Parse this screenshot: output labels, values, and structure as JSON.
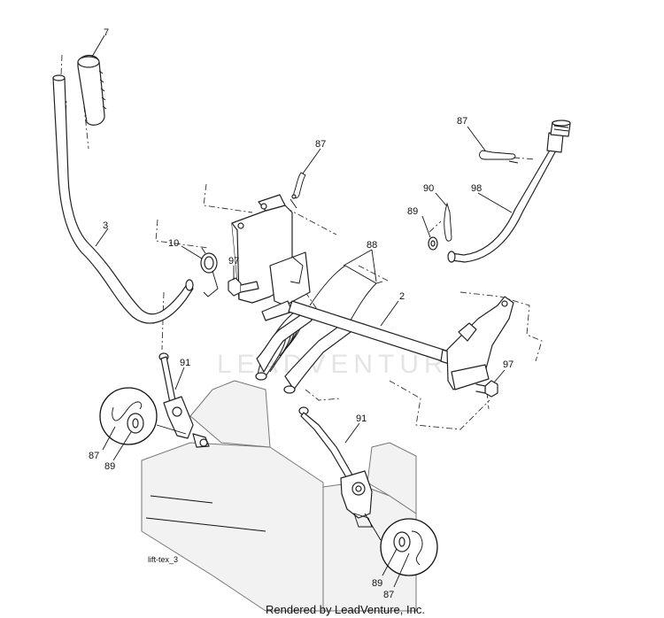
{
  "watermark": "LEADVENTURE",
  "diagram_code": "lift-tex_3",
  "footer": "Rendered by LeadVenture, Inc.",
  "callouts": [
    {
      "id": "c7",
      "text": "7"
    },
    {
      "id": "c3",
      "text": "3"
    },
    {
      "id": "c10",
      "text": "10"
    },
    {
      "id": "c97a",
      "text": "97"
    },
    {
      "id": "c87a",
      "text": "87"
    },
    {
      "id": "c88",
      "text": "88"
    },
    {
      "id": "c2",
      "text": "2"
    },
    {
      "id": "c87b",
      "text": "87"
    },
    {
      "id": "c90",
      "text": "90"
    },
    {
      "id": "c89a",
      "text": "89"
    },
    {
      "id": "c98",
      "text": "98"
    },
    {
      "id": "c91a",
      "text": "91"
    },
    {
      "id": "c97b",
      "text": "97"
    },
    {
      "id": "c87c",
      "text": "87"
    },
    {
      "id": "c89b",
      "text": "89"
    },
    {
      "id": "c91b",
      "text": "91"
    },
    {
      "id": "c89c",
      "text": "89"
    },
    {
      "id": "c87d",
      "text": "87"
    }
  ]
}
